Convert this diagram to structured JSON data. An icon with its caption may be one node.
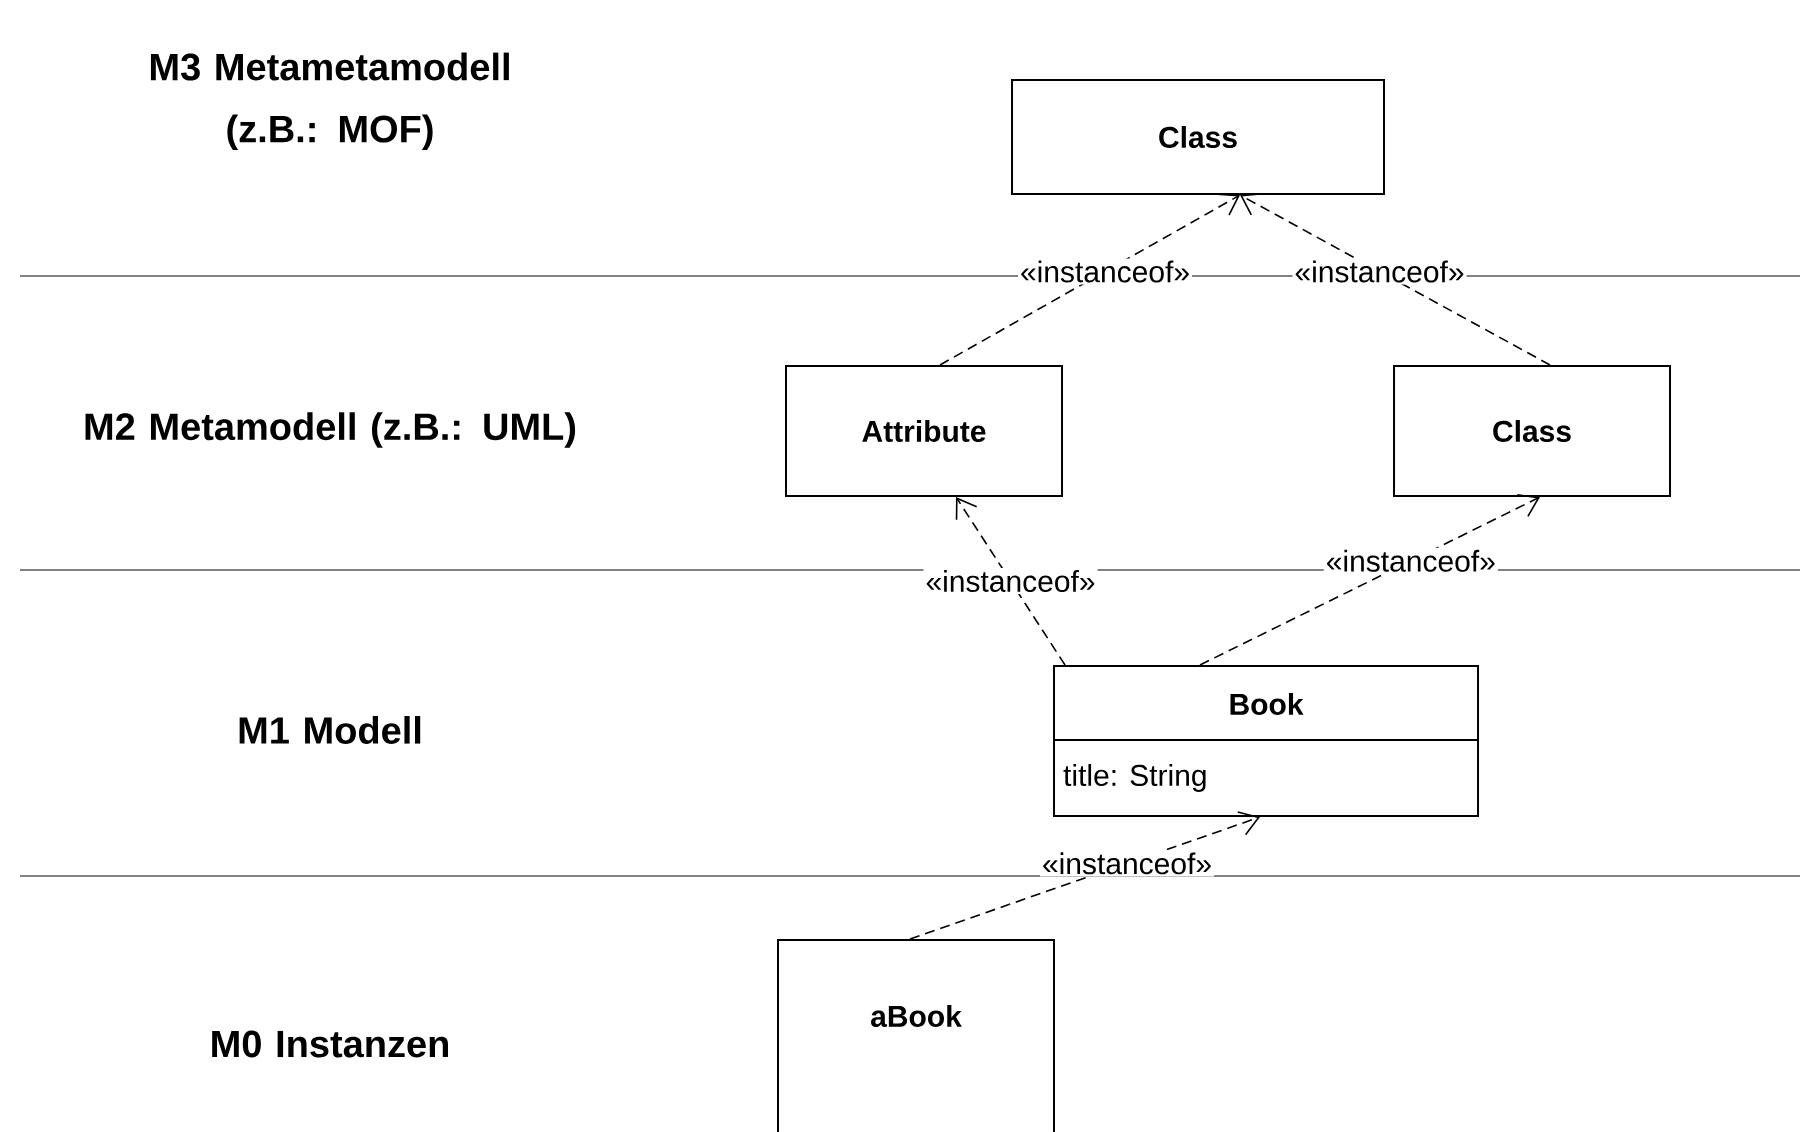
{
  "diagram": {
    "nodes": [
      {
        "text": [
          "Class"
        ]
      },
      {
        "text": [
          "Attribute"
        ]
      },
      {
        "text": [
          "Class"
        ]
      },
      {
        "text": [
          "Book",
          "title: String"
        ]
      },
      {
        "text": [
          "aBook"
        ]
      }
    ],
    "edges": [
      {
        "from": 1,
        "to": 0,
        "arrow": "to",
        "style": "dashed",
        "label": "«instanceof»"
      },
      {
        "from": 2,
        "to": 0,
        "arrow": "to",
        "style": "dashed",
        "label": "«instanceof»"
      },
      {
        "from": 3,
        "to": 1,
        "arrow": "to",
        "style": "dashed",
        "label": "«instanceof»"
      },
      {
        "from": 3,
        "to": 2,
        "arrow": "to",
        "style": "dashed",
        "label": "«instanceof»"
      },
      {
        "from": 4,
        "to": 3,
        "arrow": "to",
        "style": "dashed",
        "label": "«instanceof»"
      }
    ],
    "labels": [
      "M3 Metametamodell (z.B.: MOF)",
      "M2 Metamodell (z.B.: UML)",
      "M1 Modell",
      "M0 Instanzen"
    ]
  }
}
